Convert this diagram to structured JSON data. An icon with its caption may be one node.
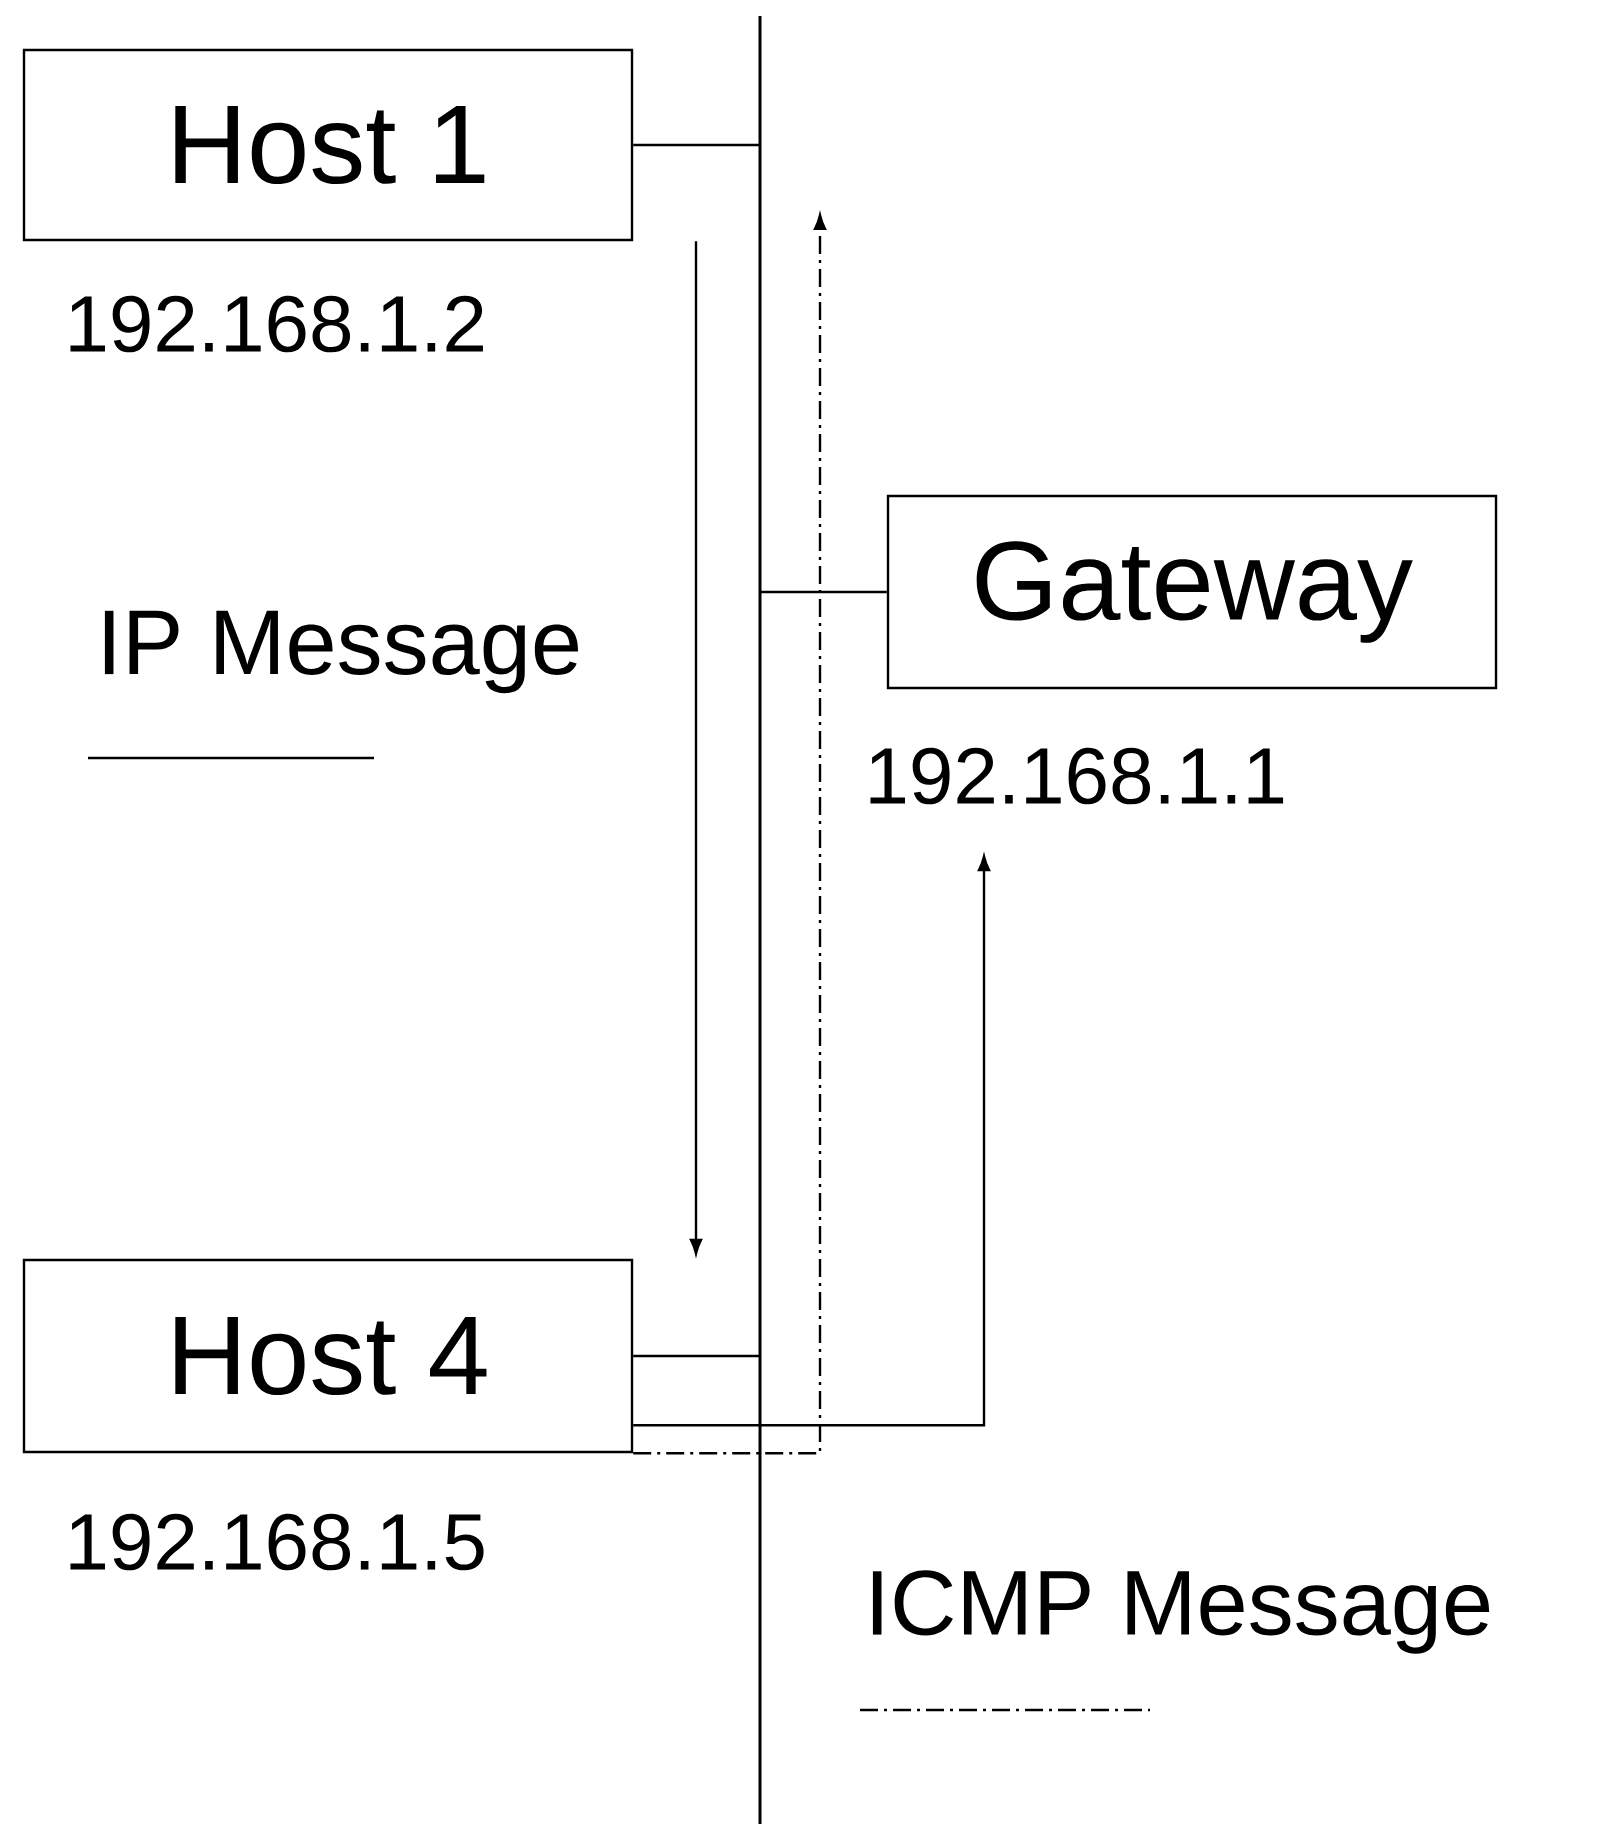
{
  "diagram": {
    "nodes": [
      {
        "text": [
          "Host 1"
        ],
        "beside": [
          "192.168.1.2"
        ]
      },
      {
        "text": [
          "Gateway"
        ],
        "beside": [
          "192.168.1.1"
        ]
      },
      {
        "text": [
          "Host 4"
        ],
        "beside": [
          "192.168.1.5"
        ]
      },
      {
        "text": [],
        "shape": "bar"
      }
    ],
    "edges": [
      {
        "from": 0,
        "to": 3,
        "arrow": "none"
      },
      {
        "from": 1,
        "to": 3,
        "arrow": "none"
      },
      {
        "from": 2,
        "to": 3,
        "arrow": "none"
      },
      {
        "from": 0,
        "to": 2,
        "arrow": "to"
      },
      {
        "from": 2,
        "to": 1,
        "arrow": "to"
      },
      {
        "from": 2,
        "to": null,
        "arrow": "to",
        "style": "dashed"
      }
    ],
    "legend": [
      {
        "text": "IP Message"
      },
      {
        "text": "ICMP Message"
      }
    ]
  }
}
